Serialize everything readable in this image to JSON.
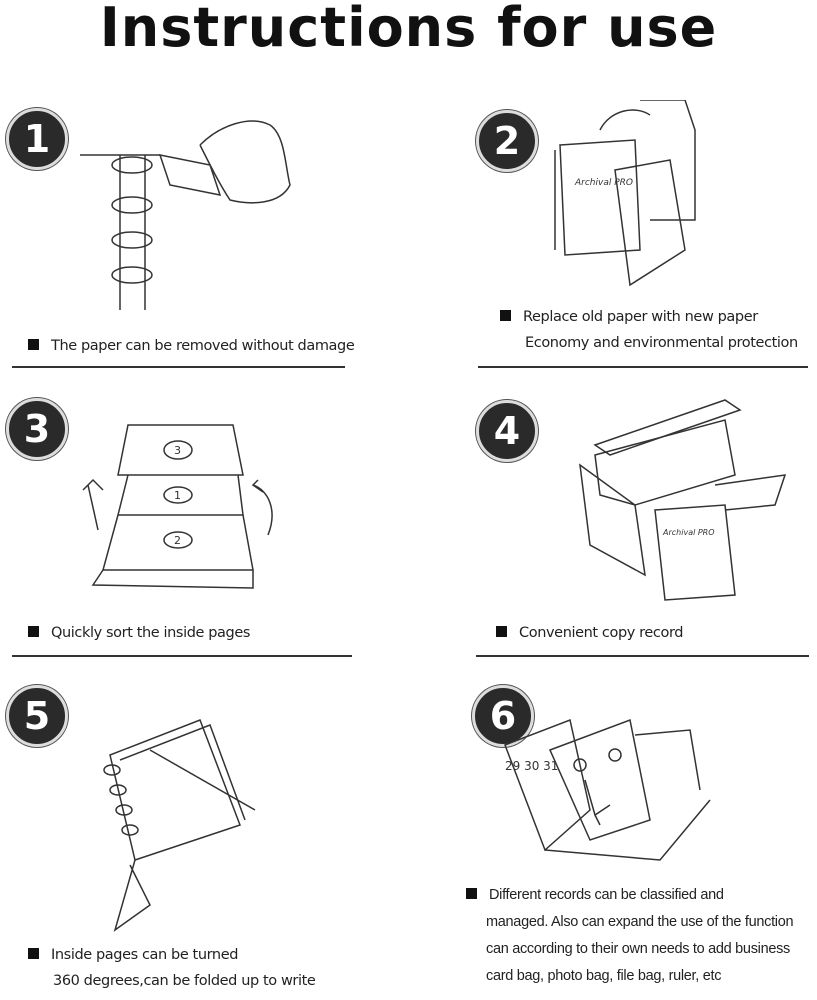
{
  "title": "Instructions for use",
  "steps": [
    {
      "number": "1",
      "lines": [
        "The paper can be removed without damage"
      ]
    },
    {
      "number": "2",
      "lines": [
        "Replace old paper with new paper",
        "Economy and environmental protection"
      ]
    },
    {
      "number": "3",
      "lines": [
        "Quickly sort the inside pages"
      ]
    },
    {
      "number": "4",
      "lines": [
        "Convenient copy  record"
      ]
    },
    {
      "number": "5",
      "lines": [
        "Inside pages can be turned",
        "360 degrees,can be folded up to write"
      ]
    },
    {
      "number": "6",
      "lines": [
        "Different records can be classified and",
        "managed. Also can expand the use of the function",
        "can according to their own needs to add business",
        "card bag, photo bag, file bag, ruler, etc"
      ]
    }
  ],
  "illustration_text": {
    "brand": "Archival PRO",
    "page_numbers_3": [
      "3",
      "1",
      "2"
    ],
    "calendar_dates": "29 30 31"
  }
}
